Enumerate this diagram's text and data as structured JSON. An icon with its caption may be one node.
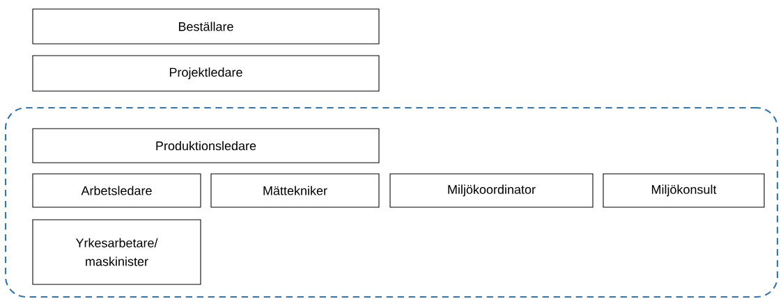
{
  "diagram": {
    "nodes": [
      {
        "text": [
          "Beställare"
        ]
      },
      {
        "text": [
          "Projektledare"
        ]
      },
      {
        "text": [],
        "shape": "box"
      },
      {
        "text": [
          "Produktionsledare"
        ],
        "in": 2
      },
      {
        "text": [
          "Arbetsledare"
        ],
        "in": 2
      },
      {
        "text": [
          "Mättekniker"
        ],
        "in": 2
      },
      {
        "text": [
          "Miljökoordinator"
        ],
        "in": 2
      },
      {
        "text": [
          "Miljökonsult"
        ],
        "in": 2
      },
      {
        "text": [
          "Yrkesarbetare/ maskinister"
        ],
        "in": 2
      }
    ]
  }
}
